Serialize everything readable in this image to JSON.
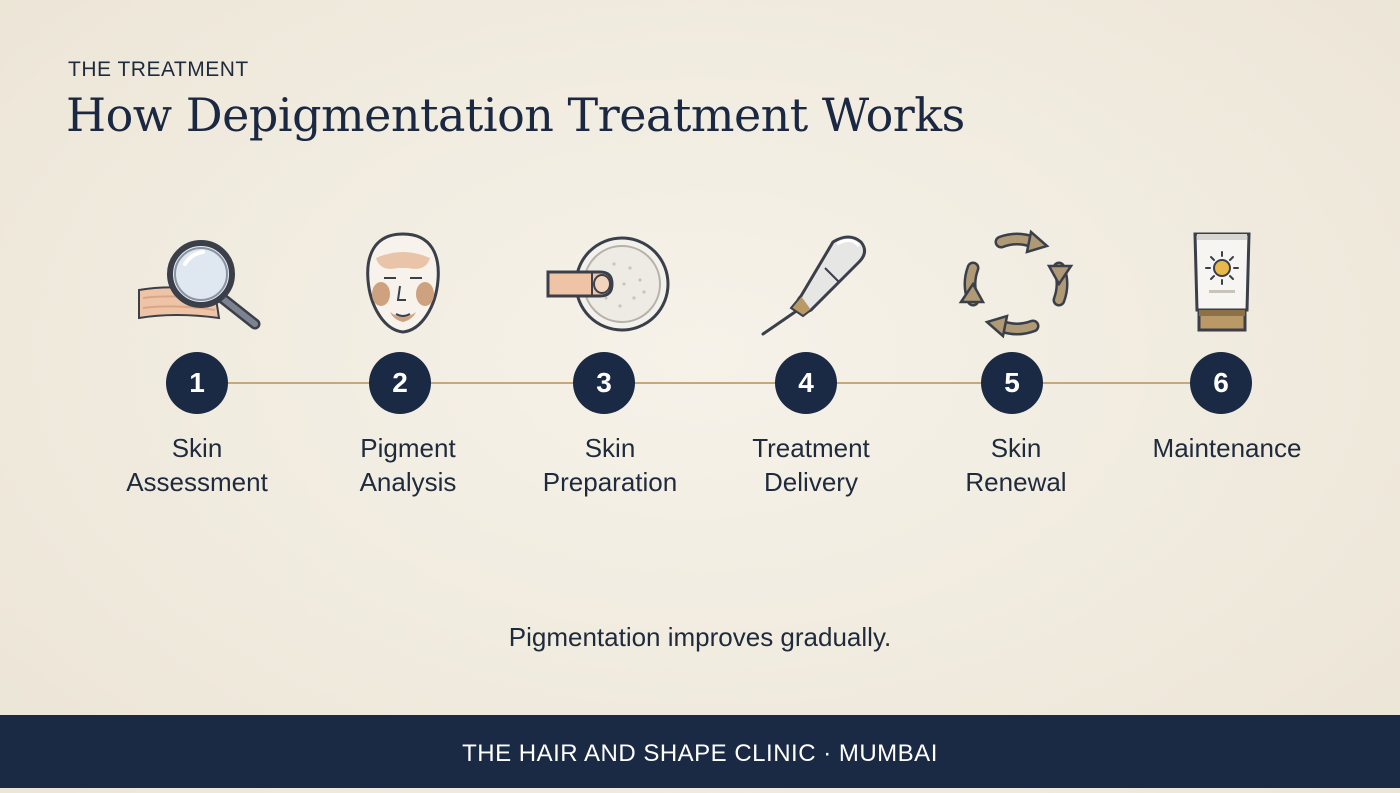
{
  "header": {
    "eyebrow": "THE TREATMENT",
    "title": "How Depigmentation Treatment Works"
  },
  "steps": [
    {
      "number": "1",
      "line1": "Skin",
      "line2": "Assessment",
      "icon": "magnifier-skin-icon"
    },
    {
      "number": "2",
      "line1": "Pigment",
      "line2": "Analysis",
      "icon": "face-pigment-map-icon"
    },
    {
      "number": "3",
      "line1": "Skin",
      "line2": "Preparation",
      "icon": "cleansing-pad-icon"
    },
    {
      "number": "4",
      "line1": "Treatment",
      "line2": "Delivery",
      "icon": "laser-handpiece-icon"
    },
    {
      "number": "5",
      "line1": "Skin",
      "line2": "Renewal",
      "icon": "renewal-cycle-icon"
    },
    {
      "number": "6",
      "line1": "Maintenance",
      "line2": "",
      "icon": "sunscreen-tube-icon"
    }
  ],
  "caption": "Pigmentation improves gradually.",
  "footer": {
    "text": "THE HAIR AND SHAPE CLINIC · MUMBAI"
  },
  "colors": {
    "navy": "#1b2a44",
    "gold_line": "#c3a97e",
    "background": "#f2ede2"
  }
}
